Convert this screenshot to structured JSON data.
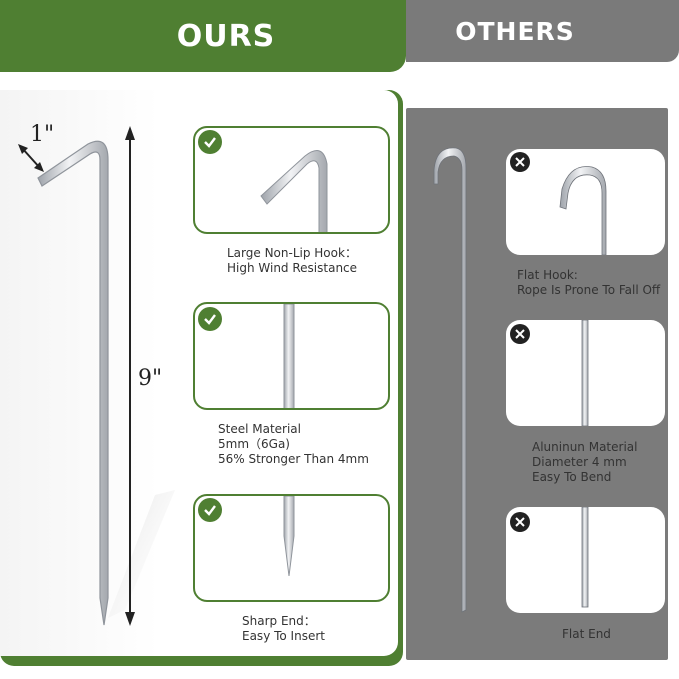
{
  "headers": {
    "ours": "OURS",
    "others": "OTHERS"
  },
  "dimensions": {
    "width_label": "1\"",
    "length_label": "9\""
  },
  "ours_features": [
    {
      "line1": "Large Non-Lip Hook：",
      "line2": "High Wind Resistance",
      "line3": ""
    },
    {
      "line1": "Steel Material",
      "line2": "5mm（6Ga)",
      "line3": "56% Stronger Than 4mm"
    },
    {
      "line1": "Sharp End：",
      "line2": "Easy To Insert",
      "line3": ""
    }
  ],
  "others_features": [
    {
      "line1": "Flat Hook:",
      "line2": "Rope Is Prone To Fall Off",
      "line3": ""
    },
    {
      "line1": "Aluninun Material",
      "line2": "Diameter 4 mm",
      "line3": "Easy To Bend"
    },
    {
      "line1": "Flat End",
      "line2": "",
      "line3": ""
    }
  ],
  "icons": {
    "ours_badge": "check-icon",
    "others_badge": "cross-icon"
  },
  "colors": {
    "ours_green": "#4f7f32",
    "others_gray": "#7a7a7a",
    "steel": "#c9ccd1"
  }
}
